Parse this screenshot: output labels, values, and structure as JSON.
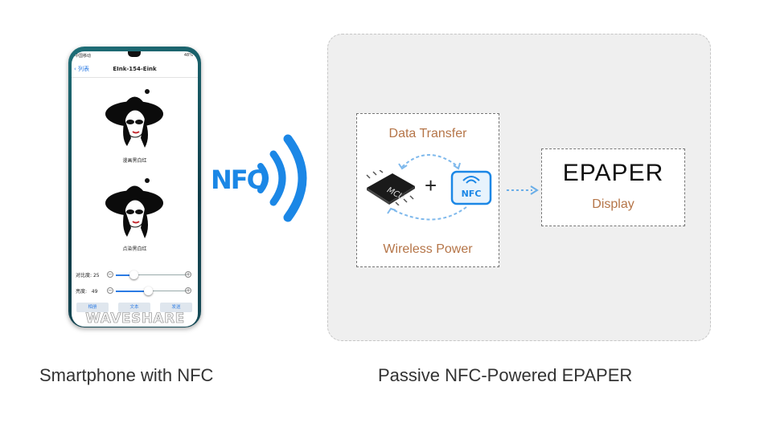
{
  "phone": {
    "status_left": "中国移动",
    "status_right": "48%",
    "nav_back": "列表",
    "nav_title": "EInk-154-Eink",
    "images": [
      {
        "caption": "漫画黑白红"
      },
      {
        "caption": "点染黑白红"
      }
    ],
    "controls": [
      {
        "label": "对比度:",
        "value": "25",
        "level": 0.25
      },
      {
        "label": "亮度:",
        "value": "49",
        "level": 0.45
      }
    ],
    "buttons": [
      "相册",
      "文本",
      "发送"
    ],
    "watermark": "WAVESHARE"
  },
  "nfc_label": "NFC",
  "diagram": {
    "data_transfer": "Data Transfer",
    "mcu_label": "MCU",
    "plus": "+",
    "nfc_chip_label": "NFC",
    "wireless_power": "Wireless Power",
    "epaper_title": "EPAPER",
    "epaper_sub": "Display"
  },
  "captions": {
    "left": "Smartphone with NFC",
    "right": "Passive NFC-Powered EPAPER"
  },
  "colors": {
    "accent_blue": "#1b87e6",
    "orange_text": "#b57548",
    "panel_bg": "#efefef"
  }
}
